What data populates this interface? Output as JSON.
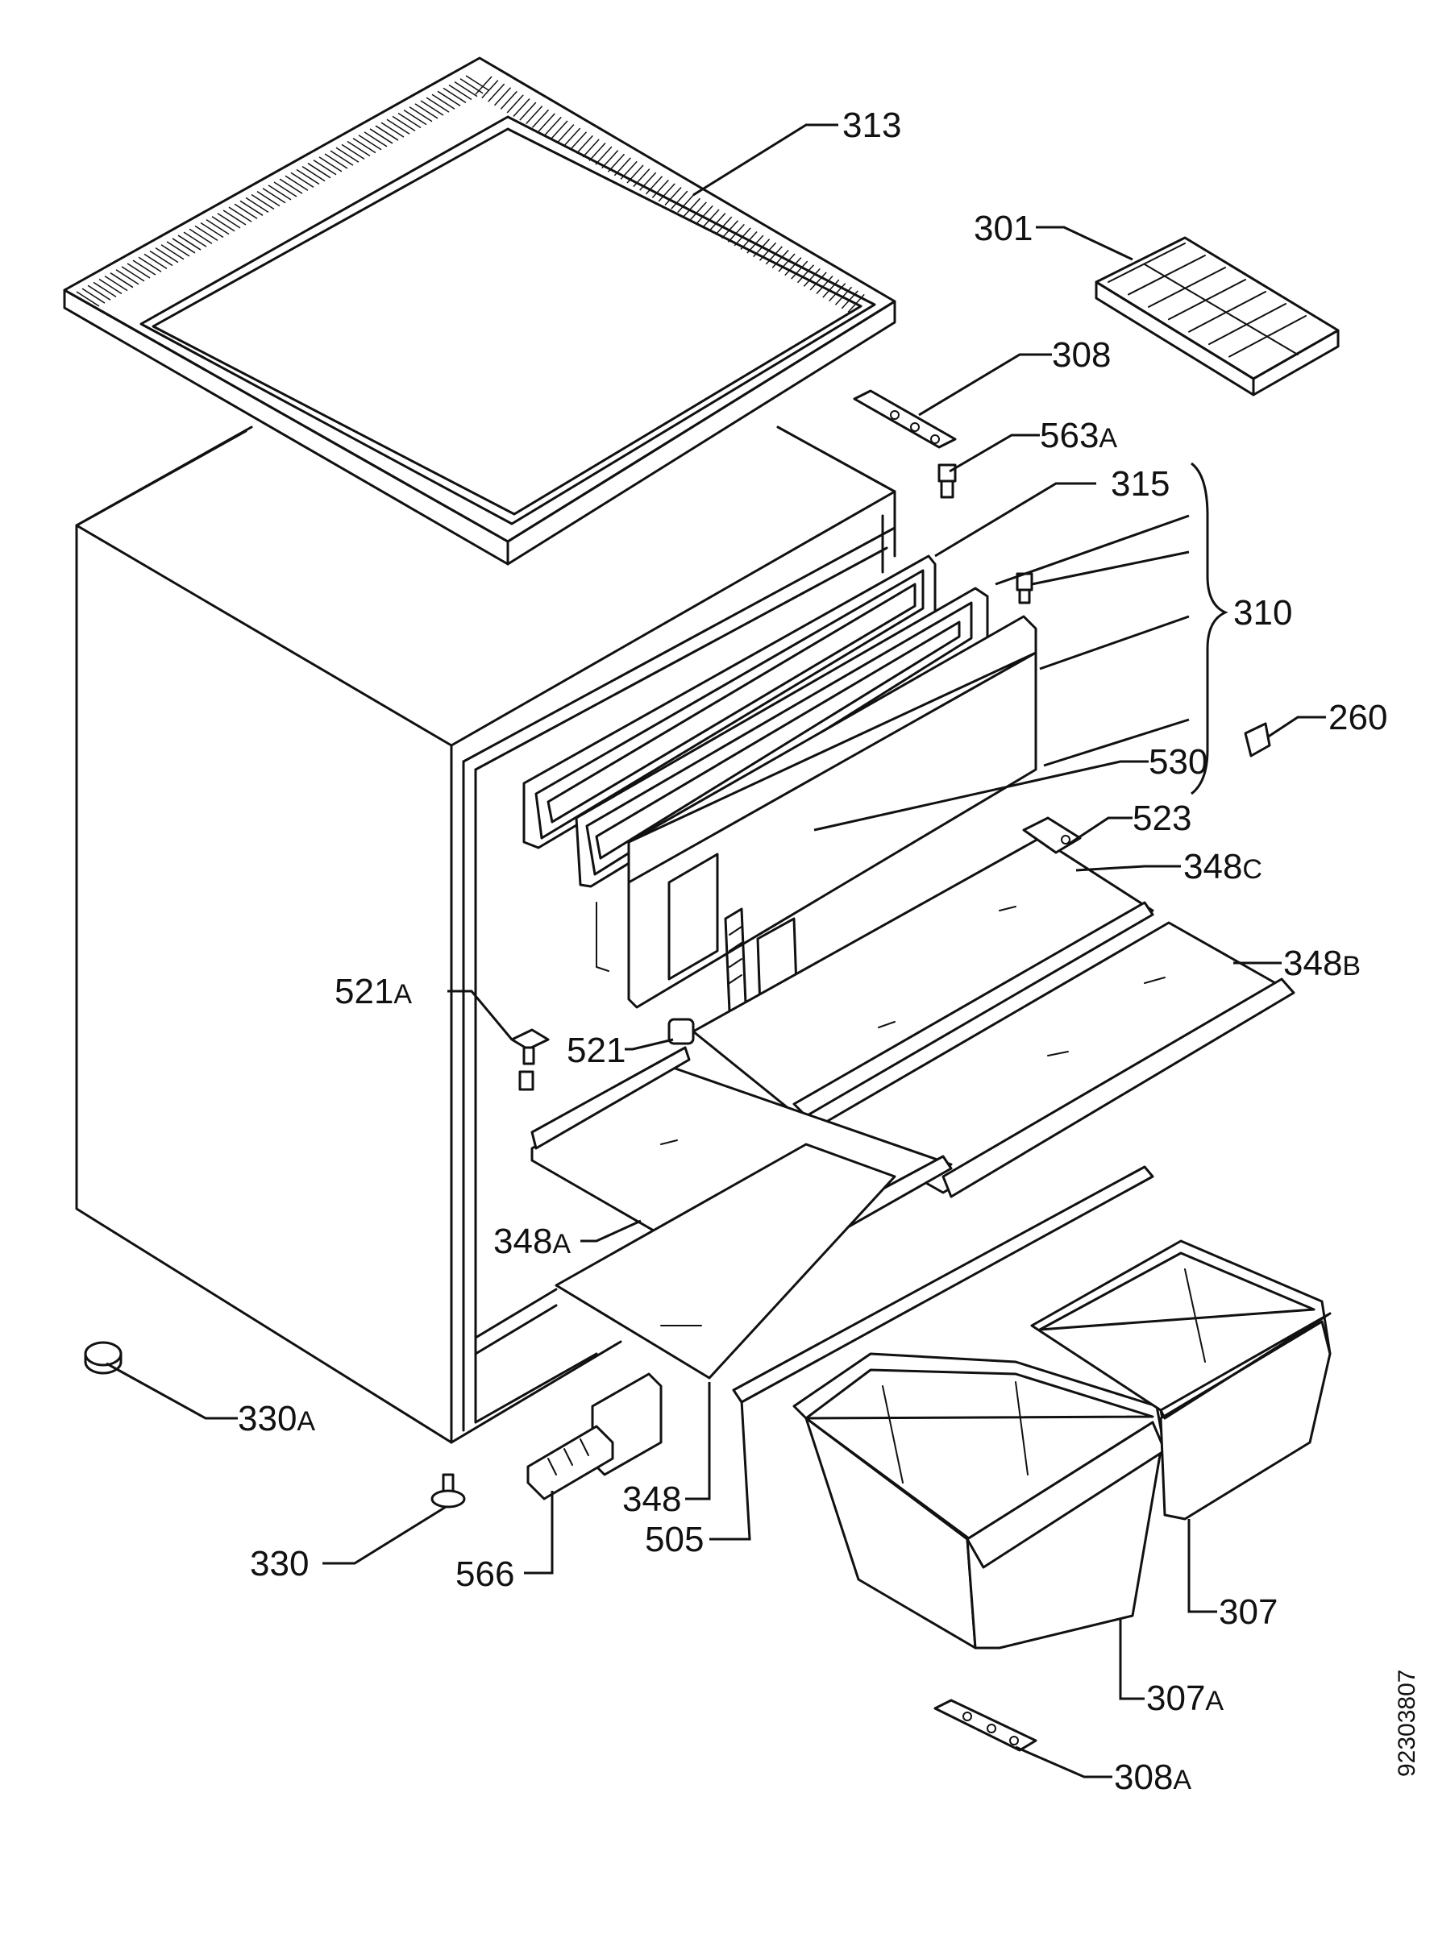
{
  "labels": {
    "l313": {
      "num": "313",
      "suffix": ""
    },
    "l301": {
      "num": "301",
      "suffix": ""
    },
    "l308": {
      "num": "308",
      "suffix": ""
    },
    "l563a": {
      "num": "563",
      "suffix": "A"
    },
    "l315": {
      "num": "315",
      "suffix": ""
    },
    "l310": {
      "num": "310",
      "suffix": ""
    },
    "l260": {
      "num": "260",
      "suffix": ""
    },
    "l530": {
      "num": "530",
      "suffix": ""
    },
    "l523": {
      "num": "523",
      "suffix": ""
    },
    "l348c": {
      "num": "348",
      "suffix": "C"
    },
    "l348b": {
      "num": "348",
      "suffix": "B"
    },
    "l521a": {
      "num": "521",
      "suffix": "A"
    },
    "l521": {
      "num": "521",
      "suffix": ""
    },
    "l348a": {
      "num": "348",
      "suffix": "A"
    },
    "l330a": {
      "num": "330",
      "suffix": "A"
    },
    "l330": {
      "num": "330",
      "suffix": ""
    },
    "l566": {
      "num": "566",
      "suffix": ""
    },
    "l348": {
      "num": "348",
      "suffix": ""
    },
    "l505": {
      "num": "505",
      "suffix": ""
    },
    "l307": {
      "num": "307",
      "suffix": ""
    },
    "l307a": {
      "num": "307",
      "suffix": "A"
    },
    "l308a": {
      "num": "308",
      "suffix": "A"
    }
  },
  "document_number": "92303807"
}
